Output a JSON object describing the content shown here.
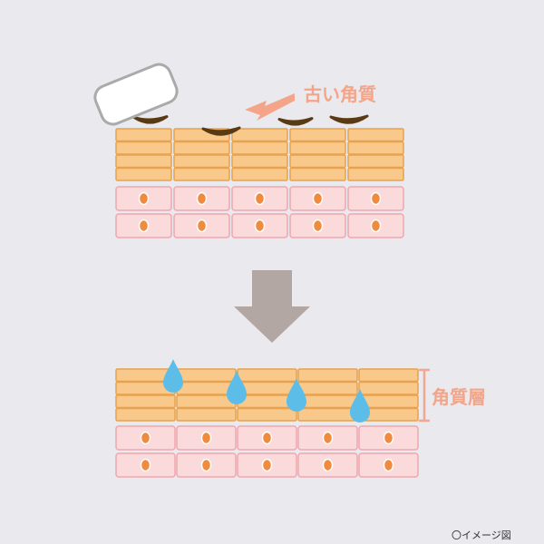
{
  "labels": {
    "old_keratin": "古い角質",
    "keratin_layer": "角質層",
    "caption": "〇イメージ図"
  },
  "colors": {
    "background": "#e9e9ee",
    "stratum_fill": "#f9c98b",
    "stratum_stroke": "#e8a24e",
    "cell_fill": "#fadada",
    "cell_stroke": "#f0a6ae",
    "nucleus": "#f08a3c",
    "label": "#f4a488",
    "flake": "#5a3a12",
    "arrow": "#b3a7a3",
    "water": "#5bbde8",
    "bracket": "#f2a890",
    "pad_stroke": "#aaaaaa"
  },
  "icons": {
    "pad": "cotton-pad-icon",
    "pointer": "pointer-arrow-icon",
    "down_arrow": "down-arrow-icon",
    "drop": "water-drop-icon"
  }
}
